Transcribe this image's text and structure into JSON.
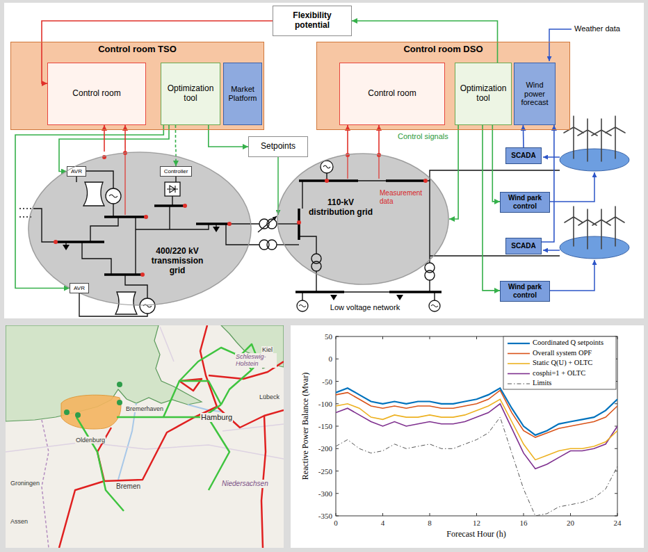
{
  "diagram": {
    "nodes": [
      {
        "text": [
          "Flexibility potential"
        ]
      },
      {
        "text": [
          "Control room TSO"
        ]
      },
      {
        "text": [
          "Control room"
        ],
        "in": 1
      },
      {
        "text": [
          "Optimization tool"
        ],
        "in": 1
      },
      {
        "text": [
          "Market Platform"
        ],
        "in": 1
      },
      {
        "text": [
          "Control room DSO"
        ]
      },
      {
        "text": [
          "Control room"
        ],
        "in": 5
      },
      {
        "text": [
          "Optimization tool"
        ],
        "in": 5
      },
      {
        "text": [
          "Wind power forecast"
        ],
        "in": 5
      },
      {
        "text": [
          "Setpoints"
        ]
      },
      {
        "text": [
          "AVR"
        ]
      },
      {
        "text": [
          "Controller"
        ]
      },
      {
        "text": [
          "400/220 kV transmission grid"
        ]
      },
      {
        "text": [
          "110-kV distribution grid"
        ]
      },
      {
        "text": [
          "SCADA"
        ]
      },
      {
        "text": [
          "Wind park control"
        ]
      },
      {
        "text": [
          "SCADA"
        ]
      },
      {
        "text": [
          "Wind park control"
        ]
      },
      {
        "text": [
          "AVR"
        ]
      }
    ],
    "edges": [
      {
        "from": 7,
        "to": 0,
        "arrow": "to"
      },
      {
        "from": 0,
        "to": 2,
        "arrow": "to"
      },
      {
        "from": 3,
        "to": 9,
        "arrow": "to"
      },
      {
        "from": 3,
        "to": 10,
        "arrow": "to"
      },
      {
        "from": 3,
        "to": 11,
        "arrow": "to"
      },
      {
        "from": 3,
        "to": 18,
        "arrow": "to"
      },
      {
        "from": 12,
        "to": 2,
        "arrow": "to"
      },
      {
        "from": 12,
        "to": 2,
        "arrow": "to"
      },
      {
        "from": 13,
        "to": 6,
        "arrow": "to"
      },
      {
        "from": 13,
        "to": 6,
        "arrow": "to"
      },
      {
        "from": 7,
        "to": 13,
        "arrow": "to"
      },
      {
        "from": 7,
        "to": 15,
        "arrow": "to"
      },
      {
        "from": 7,
        "to": 17,
        "arrow": "to"
      },
      {
        "from": 14,
        "to": 8,
        "arrow": "to"
      },
      {
        "from": 16,
        "to": 8,
        "arrow": "to"
      }
    ],
    "labels": [
      "Weather data",
      "Control signals",
      "Measurement data",
      "Low voltage network",
      "Schleswig-Holstein",
      "Kiel",
      "Lübeck",
      "Hamburg",
      "Bremerhaven",
      "Oldenburg",
      "Bremen",
      "Niedersachsen",
      "Groningen",
      "Assen",
      "Reactive Power Balance (Mvar)",
      "Forecast Hour (h)",
      "50",
      "0",
      "-50",
      "-100",
      "-150",
      "-200",
      "-250",
      "-300",
      "-350",
      "0",
      "4",
      "8",
      "12",
      "16",
      "20",
      "24"
    ],
    "legend": [
      {
        "text": "Coordinated Q setpoints"
      },
      {
        "text": "Overall system OPF"
      },
      {
        "text": "Static Q(U) + OLTC"
      },
      {
        "text": "cosphi=1 + OLTC"
      },
      {
        "text": "Limits"
      }
    ]
  }
}
